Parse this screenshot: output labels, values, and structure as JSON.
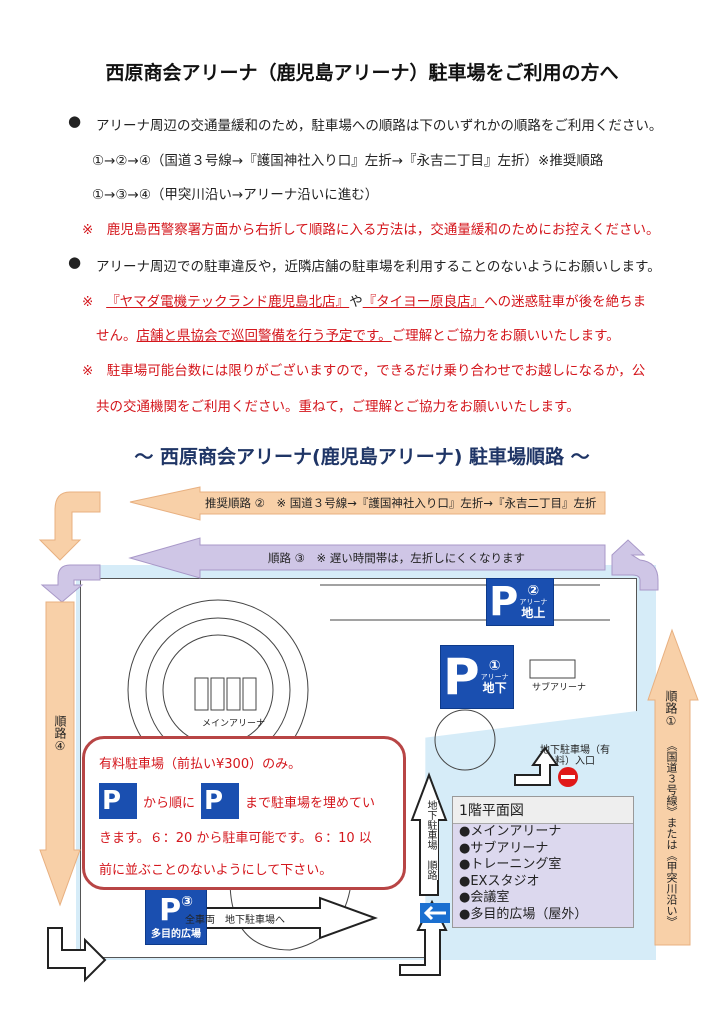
{
  "title": "西原商会アリーナ（鹿児島アリーナ）駐車場をご利用の方へ",
  "bullet_symbol": "●",
  "notes": {
    "bullet1": "アリーナ周辺の交通量緩和のため，駐車場への順路は下のいずれかの順路をご利用ください。",
    "route_a": "①→②→④（国道３号線→『護国神社入り口』左折→『永吉二丁目』左折）※推奨順路",
    "route_b": "①→③→④（甲突川沿い→アリーナ沿いに進む）",
    "warn1": "※　鹿児島西警察署方面から右折して順路に入る方法は，交通量緩和のためにお控えください。",
    "bullet2": "アリーナ周辺での駐車違反や，近隣店舗の駐車場を利用することのないようにお願いします。",
    "warn2_mark": "※",
    "warn2_store1": "『ヤマダ電機テックランド鹿児島北店』",
    "warn2_mid": "や",
    "warn2_store2": "『タイヨー原良店』",
    "warn2_end": "への迷惑駐車が後を絶ちま",
    "warn2_line2a": "せん。",
    "warn2_line2b": "店舗と県協会で巡回警備を行う予定です。",
    "warn2_line2c": "ご理解とご協力をお願いいたします。",
    "warn3_line1": "※　駐車場可能台数には限りがございますので，できるだけ乗り合わせでお越しになるか，公",
    "warn3_line2": "共の交通機関をご利用ください。重ねて，ご理解とご協力をお願いいたします。"
  },
  "map": {
    "subtitle": "～ 西原商会アリーナ(鹿児島アリーナ) 駐車場順路 ～",
    "arrow2": "推奨順路 ②　※ 国道３号線→『護国神社入り口』左折→『永吉二丁目』左折",
    "arrow3": "順路 ③　※ 遅い時間帯は，左折しにくくなります",
    "route4": "順路④",
    "route1": "順路①",
    "route1_desc": "《国道３号線》または《甲突川沿い》",
    "p2": {
      "letter": "P",
      "num": "②",
      "small": "アリーナ",
      "label": "地上"
    },
    "p1": {
      "letter": "P",
      "num": "①",
      "small": "アリーナ",
      "label": "地下"
    },
    "p3": {
      "letter": "P",
      "num": "③",
      "label": "多目的広場"
    },
    "main_arena": "メインアリーナ",
    "sub_arena": "サブアリーナ",
    "underground_entrance": "地下駐車場（有料）入口",
    "underground_route": "地下駐車場　順路",
    "bottom_arrow": "全車両　地下駐車場へ",
    "note_line1": "有料駐車場（前払い¥300）のみ。",
    "note_from": "から順に",
    "note_to": "まで駐車場を埋めてい",
    "note_line3": "きます。６：20 から駐車可能です。６：10 以",
    "note_line4": "前に並ぶことのないようにして下さい。",
    "legend_title": "1階平面図",
    "legend_items": [
      "●メインアリーナ",
      "●サブアリーナ",
      "●トレーニング室",
      "●EXスタジオ",
      "●会議室",
      "●多目的広場（屋外）"
    ]
  },
  "colors": {
    "red": "#d4161c",
    "navy": "#1f3566",
    "orange": "#f6c59a",
    "purple": "#c8c0e0",
    "parking_blue": "#1a4fb0",
    "map_bg": "#d6ecf8"
  }
}
